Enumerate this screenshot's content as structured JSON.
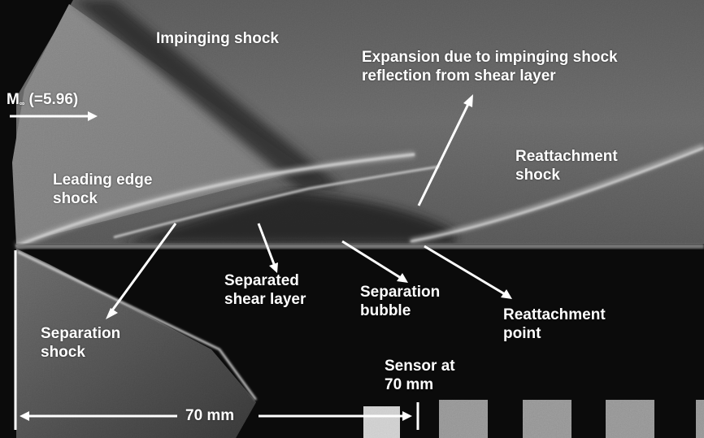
{
  "figure": {
    "type": "schlieren_flow_visualization",
    "mach": {
      "symbol": "M",
      "subscript": "∞",
      "value_label": "(=5.96)"
    },
    "labels": {
      "impinging_shock": "Impinging shock",
      "expansion_line1": "Expansion due to impinging shock",
      "expansion_line2": "reflection from shear layer",
      "leading_edge_line1": "Leading edge",
      "leading_edge_line2": "shock",
      "reattachment_shock_line1": "Reattachment",
      "reattachment_shock_line2": "shock",
      "separated_shear_line1": "Separated",
      "separated_shear_line2": "shear layer",
      "separation_bubble_line1": "Separation",
      "separation_bubble_line2": "bubble",
      "reattachment_point_line1": "Reattachment",
      "reattachment_point_line2": "point",
      "separation_shock_line1": "Separation",
      "separation_shock_line2": "shock",
      "sensor_line1": "Sensor at",
      "sensor_line2": "70 mm",
      "dimension": "70 mm"
    },
    "colors": {
      "annotation": "#ffffff",
      "background_dark": "#0b0b0b",
      "field_gray": "#8a8a8a"
    }
  }
}
